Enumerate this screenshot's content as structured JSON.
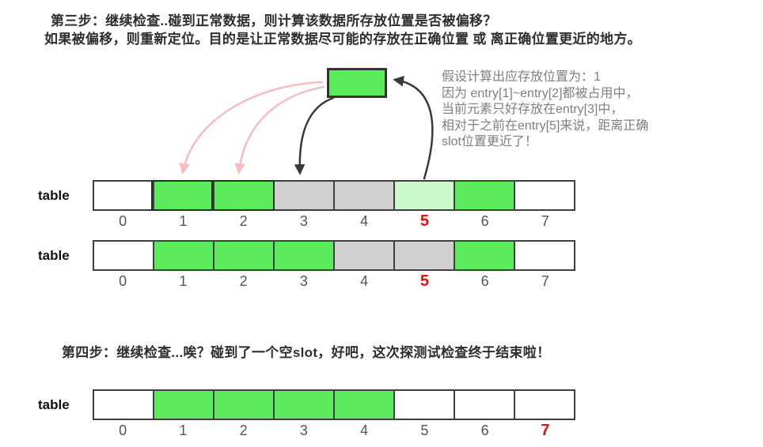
{
  "colors": {
    "occupied_green": "#5ceb5c",
    "stale_gray": "#d0d0d0",
    "vacated_light_green": "#ccf9cc",
    "highlight_red": "#e01111",
    "pink_arrow": "#f8bcc0",
    "black_arrow": "#3a3a3a"
  },
  "step3": {
    "line1": "第三步：继续检查..碰到正常数据，则计算该数据所存放位置是否被偏移？",
    "line2": "如果被偏移，则重新定位。目的是让正常数据尽可能的存放在正确位置 或 离正确位置更近的地方。"
  },
  "step4": {
    "text": "第四步：继续检查...唉？碰到了一个空slot，好吧，这次探测试检查终于结束啦！"
  },
  "annotation": {
    "lines": [
      "假设计算出应存放位置为：1",
      "因为 entry[1]~entry[2]都被占用中，",
      "当前元素只好存放在entry[3]中，",
      "相对于之前在entry[5]来说，距离正确",
      "slot位置更近了！"
    ]
  },
  "tables": [
    {
      "label": "table",
      "cells": [
        "empty",
        "occupied-highlight",
        "occupied-highlight",
        "stale",
        "stale",
        "vacated",
        "occupied",
        "empty"
      ],
      "labels": [
        {
          "text": "0",
          "highlight": false
        },
        {
          "text": "1",
          "highlight": false
        },
        {
          "text": "2",
          "highlight": false
        },
        {
          "text": "3",
          "highlight": false
        },
        {
          "text": "4",
          "highlight": false
        },
        {
          "text": "5",
          "highlight": true
        },
        {
          "text": "6",
          "highlight": false
        },
        {
          "text": "7",
          "highlight": false
        }
      ]
    },
    {
      "label": "table",
      "cells": [
        "empty",
        "occupied",
        "occupied",
        "occupied",
        "stale",
        "stale",
        "occupied",
        "empty"
      ],
      "labels": [
        {
          "text": "0",
          "highlight": false
        },
        {
          "text": "1",
          "highlight": false
        },
        {
          "text": "2",
          "highlight": false
        },
        {
          "text": "3",
          "highlight": false
        },
        {
          "text": "4",
          "highlight": false
        },
        {
          "text": "5",
          "highlight": true
        },
        {
          "text": "6",
          "highlight": false
        },
        {
          "text": "7",
          "highlight": false
        }
      ]
    },
    {
      "label": "table",
      "cells": [
        "empty",
        "occupied",
        "occupied",
        "occupied",
        "occupied",
        "empty",
        "empty",
        "empty"
      ],
      "labels": [
        {
          "text": "0",
          "highlight": false
        },
        {
          "text": "1",
          "highlight": false
        },
        {
          "text": "2",
          "highlight": false
        },
        {
          "text": "3",
          "highlight": false
        },
        {
          "text": "4",
          "highlight": false
        },
        {
          "text": "5",
          "highlight": false
        },
        {
          "text": "6",
          "highlight": false
        },
        {
          "text": "7",
          "highlight": true
        }
      ]
    }
  ]
}
